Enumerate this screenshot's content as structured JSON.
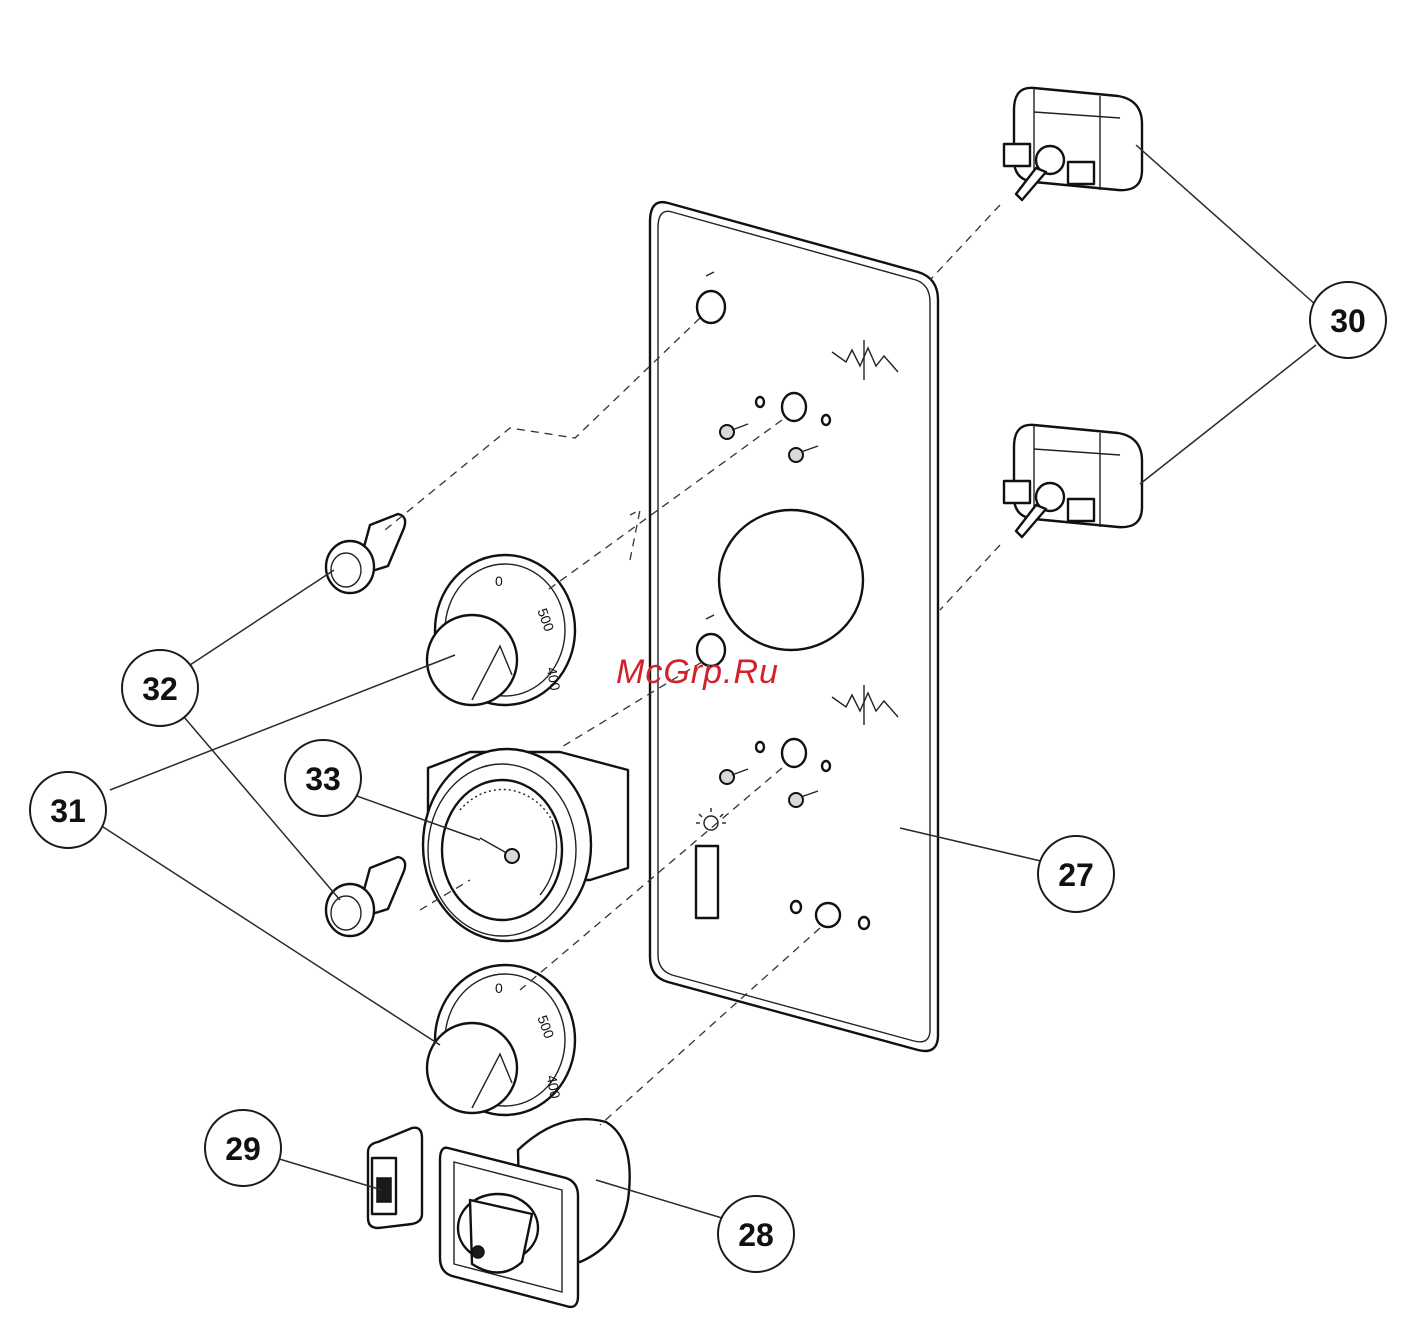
{
  "watermark": "McGrp.Ru",
  "callouts": [
    {
      "label": "27"
    },
    {
      "label": "28"
    },
    {
      "label": "29"
    },
    {
      "label": "30"
    },
    {
      "label": "31"
    },
    {
      "label": "32"
    },
    {
      "label": "33"
    }
  ],
  "dial_labels": {
    "zero": "0",
    "five_hundred": "500",
    "four_hundred": "400"
  },
  "colors": {
    "line": "#111111",
    "watermark": "#d3212b",
    "background": "#ffffff"
  }
}
